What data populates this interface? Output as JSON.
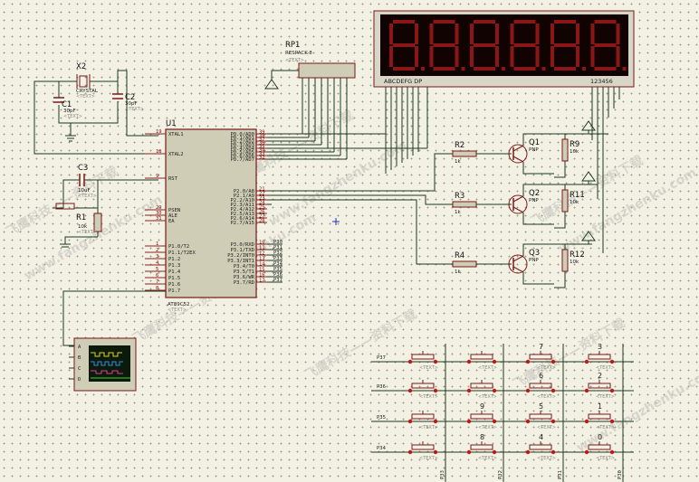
{
  "display": {
    "digits": 6,
    "left_label": "ABCDEFG  DP",
    "right_label": "123456"
  },
  "rp1": {
    "ref": "RP1",
    "part": "RESPACK-8",
    "text": "<TEXT>"
  },
  "x2": {
    "ref": "X2",
    "part": "CRYSTAL",
    "text": "<TEXT>"
  },
  "c1": {
    "ref": "C1",
    "value": "30pF",
    "text": "<TEXT>"
  },
  "c2": {
    "ref": "C2",
    "value": "30pF",
    "text": "<TEXT>"
  },
  "c3": {
    "ref": "C3",
    "value": "10uF",
    "text": "<TEXT>"
  },
  "r1": {
    "ref": "R1",
    "value": "10k",
    "text": "<TEXT>"
  },
  "u1": {
    "ref": "U1",
    "part": "AT89C52",
    "text": "<TEXT>",
    "left_pins": [
      {
        "num": "19",
        "name": "XTAL1"
      },
      {
        "num": "18",
        "name": "XTAL2"
      },
      {
        "num": "9",
        "name": "RST"
      },
      {
        "num": "29",
        "name": "PSEN"
      },
      {
        "num": "30",
        "name": "ALE"
      },
      {
        "num": "31",
        "name": "EA"
      },
      {
        "num": "1",
        "name": "P1.0/T2"
      },
      {
        "num": "2",
        "name": "P1.1/T2EX"
      },
      {
        "num": "3",
        "name": "P1.2"
      },
      {
        "num": "4",
        "name": "P1.3"
      },
      {
        "num": "5",
        "name": "P1.4"
      },
      {
        "num": "6",
        "name": "P1.5"
      },
      {
        "num": "7",
        "name": "P1.6"
      },
      {
        "num": "8",
        "name": "P1.7"
      }
    ],
    "right_pins": [
      {
        "num": "39",
        "name": "P0.0/AD0"
      },
      {
        "num": "38",
        "name": "P0.1/AD1"
      },
      {
        "num": "37",
        "name": "P0.2/AD2"
      },
      {
        "num": "36",
        "name": "P0.3/AD3"
      },
      {
        "num": "35",
        "name": "P0.4/AD4"
      },
      {
        "num": "34",
        "name": "P0.5/AD5"
      },
      {
        "num": "33",
        "name": "P0.6/AD6"
      },
      {
        "num": "32",
        "name": "P0.7/AD7"
      },
      {
        "num": "21",
        "name": "P2.0/A8"
      },
      {
        "num": "22",
        "name": "P2.1/A9"
      },
      {
        "num": "23",
        "name": "P2.2/A10"
      },
      {
        "num": "24",
        "name": "P2.3/A11"
      },
      {
        "num": "25",
        "name": "P2.4/A12"
      },
      {
        "num": "26",
        "name": "P2.5/A13"
      },
      {
        "num": "27",
        "name": "P2.6/A14"
      },
      {
        "num": "28",
        "name": "P2.7/A15"
      },
      {
        "num": "10",
        "name": "P3.0/RXD"
      },
      {
        "num": "11",
        "name": "P3.1/TXD"
      },
      {
        "num": "12",
        "name": "P3.2/INT0"
      },
      {
        "num": "13",
        "name": "P3.3/INT1"
      },
      {
        "num": "14",
        "name": "P3.4/T0"
      },
      {
        "num": "15",
        "name": "P3.5/T1"
      },
      {
        "num": "16",
        "name": "P3.6/WR"
      },
      {
        "num": "17",
        "name": "P3.7/RD"
      }
    ],
    "p3_net_labels": [
      "P30",
      "P31",
      "P32",
      "P33",
      "P34",
      "P35",
      "P36",
      "P37"
    ]
  },
  "drivers": [
    {
      "r": "R2",
      "rv": "1k",
      "q": "Q1",
      "qv": "PNP",
      "rb": "R9",
      "rbv": "10k"
    },
    {
      "r": "R3",
      "rv": "1k",
      "q": "Q2",
      "qv": "PNP",
      "rb": "R11",
      "rbv": "10k"
    },
    {
      "r": "R4",
      "rv": "1k",
      "q": "Q3",
      "qv": "PNP",
      "rb": "R12",
      "rbv": "10k"
    }
  ],
  "keypad": {
    "row_labels": [
      "P37",
      "P36",
      "P35",
      "P34"
    ],
    "col_labels": [
      "P33",
      "P32",
      "P31",
      "P30"
    ],
    "keys": [
      [
        "",
        "",
        "7",
        "3"
      ],
      [
        "",
        "",
        "6",
        "2"
      ],
      [
        "",
        "9",
        "5",
        "1"
      ],
      [
        "",
        "8",
        "4",
        "0"
      ]
    ],
    "text": "<TEXT>"
  },
  "scope": {
    "channels": [
      "A",
      "B",
      "C",
      "D"
    ]
  },
  "watermark": {
    "cn": "飞鹰科技——资料下载",
    "url": "www.fangzhenku.com"
  },
  "colors": {
    "wire": "#1e3b1e",
    "component": "#7a1818",
    "chip_body": "#cfcdb5",
    "segment": "#8a1616"
  }
}
